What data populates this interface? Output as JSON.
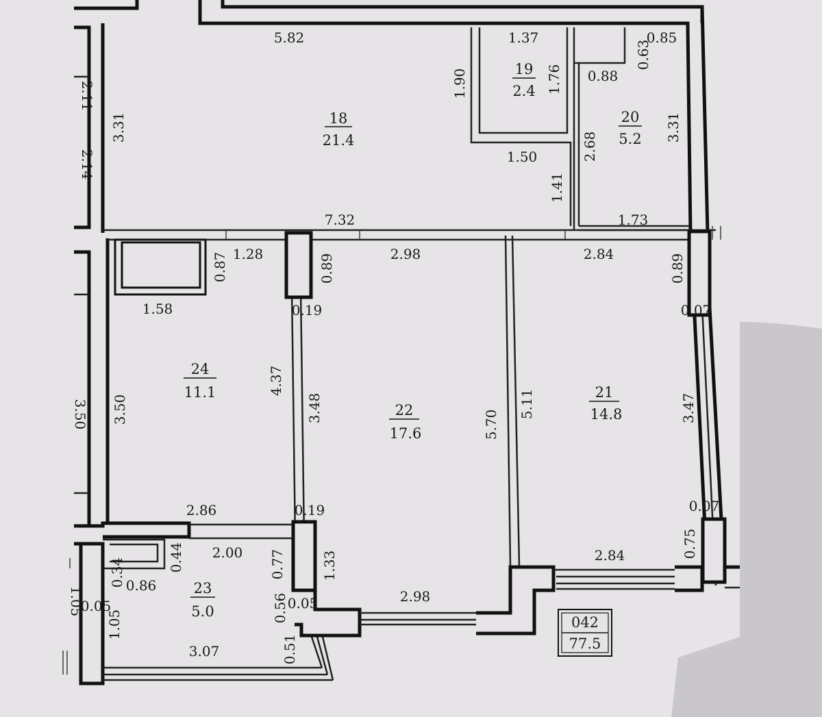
{
  "rooms": [
    {
      "num": "18",
      "area": "21.4"
    },
    {
      "num": "19",
      "area": "2.4"
    },
    {
      "num": "20",
      "area": "5.2"
    },
    {
      "num": "21",
      "area": "14.8"
    },
    {
      "num": "22",
      "area": "17.6"
    },
    {
      "num": "23",
      "area": "5.0"
    },
    {
      "num": "24",
      "area": "11.1"
    }
  ],
  "apartment": {
    "num": "042",
    "area": "77.5"
  },
  "dims": {
    "d582": "5.82",
    "d137": "1.37",
    "d063": "0.63",
    "d085": "0.85",
    "d190": "1.90",
    "d176": "1.76",
    "d088": "0.88",
    "d331a": "3.31",
    "d331b": "3.31",
    "d268": "2.68",
    "d150": "1.50",
    "d141": "1.41",
    "d732": "7.32",
    "d173": "1.73",
    "d128": "1.28",
    "d087": "0.87",
    "d089a": "0.89",
    "d298a": "2.98",
    "d284a": "2.84",
    "d089b": "0.89",
    "d158": "1.58",
    "d019a": "0.19",
    "d007a": "0.07",
    "d437": "4.37",
    "d348": "3.48",
    "d570": "5.70",
    "d511": "5.11",
    "d347": "3.47",
    "d350": "3.50",
    "d286": "2.86",
    "d019b": "0.19",
    "d007b": "0.07",
    "d075": "0.75",
    "d284b": "2.84",
    "d044": "0.44",
    "d200": "2.00",
    "d077": "0.77",
    "d133": "1.33",
    "d034": "0.34",
    "d086": "0.86",
    "d005": "0.05",
    "d105": "1.05",
    "d056": "0.56",
    "d005b": "0.05",
    "d298b": "2.98",
    "d307": "3.07",
    "d051": "0.51",
    "d214": "2.14",
    "d211": "2.11",
    "d350b": "3.50",
    "d105b": "1.05"
  }
}
